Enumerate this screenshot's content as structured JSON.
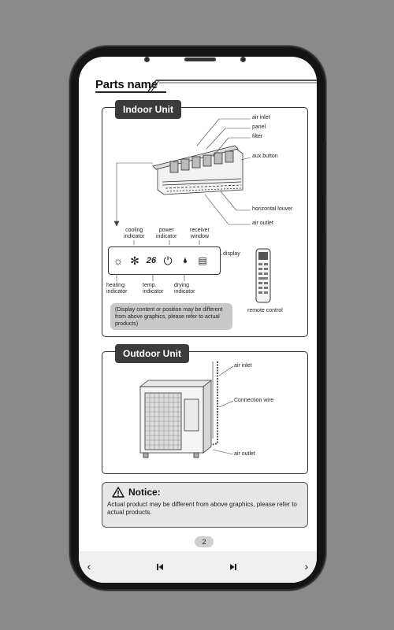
{
  "document": {
    "title": "Parts name",
    "indoor": {
      "tab": "Indoor Unit",
      "labels": {
        "air_inlet": "air inlet",
        "panel": "panel",
        "filter": "filter",
        "aux_button": "aux.button",
        "horizontal_louver": "horizontal louver",
        "air_outlet": "air outlet",
        "cooling_indicator": "cooling\nindicator",
        "power_indicator": "power\nindicator",
        "receiver_window": "receiver\nwindow",
        "display": "display",
        "heating_indicator": "heating\nindicator",
        "temp_indicator": "temp.\nindicator",
        "drying_indicator": "drying\nindicator",
        "remote_control": "remote control"
      },
      "display_temp": "26",
      "disclaimer": "(Display content or position may be different from above graphics, please refer to actual products)"
    },
    "outdoor": {
      "tab": "Outdoor Unit",
      "labels": {
        "air_inlet": "air inlet",
        "connection_wire": "Connection wire",
        "air_outlet": "air outlet"
      }
    },
    "notice": {
      "title": "Notice:",
      "text": "Actual product may be different from above graphics, please refer to actual products."
    }
  },
  "pagination": {
    "current_page": "2"
  },
  "icons": {
    "prev": "chevron-left-icon",
    "first": "skip-start-icon",
    "last": "skip-end-icon",
    "next": "chevron-right-icon"
  },
  "colors": {
    "tab_bg": "#3b3b3b",
    "notice_bg": "#e6e6e6",
    "bottom_bar": "#efefef"
  }
}
